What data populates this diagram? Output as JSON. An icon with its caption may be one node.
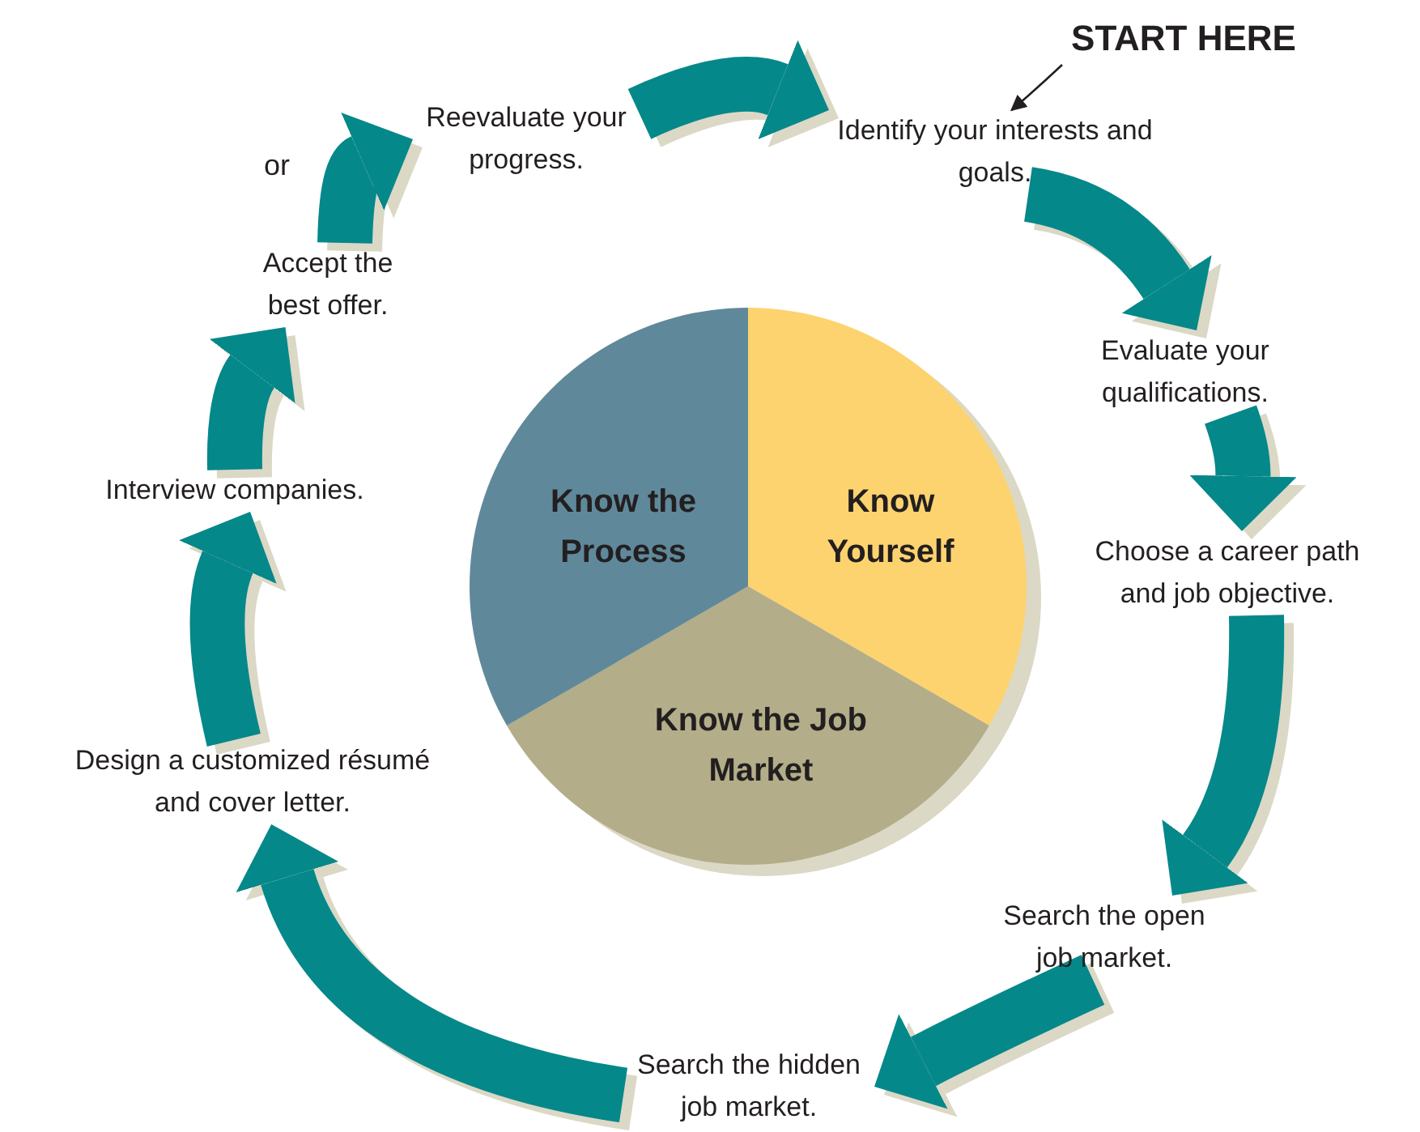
{
  "diagram": {
    "nodes": [
      {
        "text": [
          "Identify your interests and goals."
        ]
      },
      {
        "text": [
          "Evaluate your qualifications."
        ]
      },
      {
        "text": [
          "Choose a career path and job objective."
        ]
      },
      {
        "text": [
          "Search the open job market."
        ]
      },
      {
        "text": [
          "Search the hidden job market."
        ]
      },
      {
        "text": [
          "Design a customized résumé and cover letter."
        ]
      },
      {
        "text": [
          "Interview companies."
        ]
      },
      {
        "text": [
          "Accept the best offer."
        ]
      },
      {
        "text": [
          "Reevaluate your progress."
        ]
      },
      {
        "text": [
          "START HERE"
        ]
      },
      {
        "text": [
          "Know Yourself"
        ]
      },
      {
        "text": [
          "Know the Job Market"
        ]
      },
      {
        "text": [
          "Know the Process"
        ]
      }
    ],
    "edges": [
      {
        "from": 8,
        "to": 0,
        "arrow": "to"
      },
      {
        "from": 0,
        "to": 1,
        "arrow": "to"
      },
      {
        "from": 1,
        "to": 2,
        "arrow": "to"
      },
      {
        "from": 2,
        "to": 3,
        "arrow": "to"
      },
      {
        "from": 3,
        "to": 4,
        "arrow": "to"
      },
      {
        "from": 4,
        "to": 5,
        "arrow": "to"
      },
      {
        "from": 5,
        "to": 6,
        "arrow": "to"
      },
      {
        "from": 6,
        "to": 7,
        "arrow": "to"
      },
      {
        "from": 7,
        "to": 8,
        "arrow": "to"
      },
      {
        "from": 9,
        "to": 0,
        "arrow": "to",
        "color": "#231f20"
      }
    ],
    "labels": [
      "or"
    ]
  }
}
